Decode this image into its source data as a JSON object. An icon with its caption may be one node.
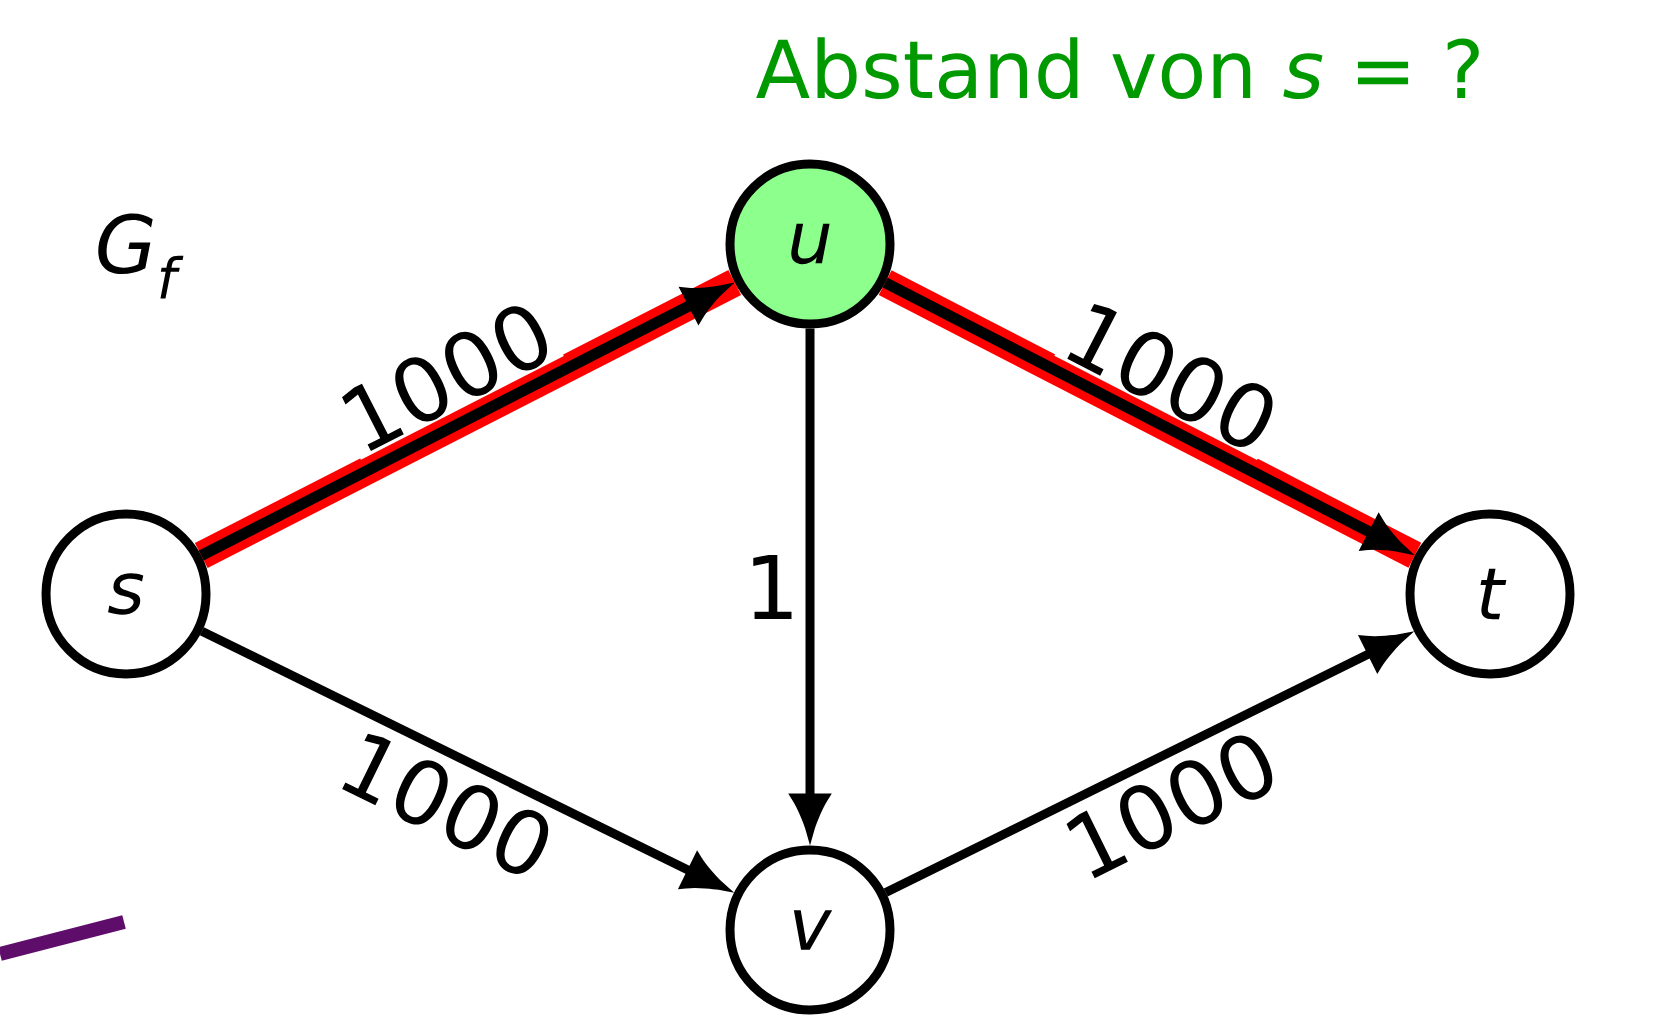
{
  "diagram": {
    "nodes": [
      {
        "text": [
          "s"
        ]
      },
      {
        "text": [
          "u"
        ],
        "beside": [
          "Abstand von *s* = ?"
        ]
      },
      {
        "text": [
          "t"
        ]
      },
      {
        "text": [
          "v"
        ]
      }
    ],
    "edges": [
      {
        "from": 0,
        "to": 1,
        "arrow": "to",
        "label": "1000",
        "style": "thick",
        "color": "#ff0000"
      },
      {
        "from": 1,
        "to": 2,
        "arrow": "to",
        "label": "1000",
        "style": "thick",
        "color": "#ff0000"
      },
      {
        "from": 1,
        "to": 3,
        "arrow": "to",
        "label": "1"
      },
      {
        "from": 0,
        "to": 3,
        "arrow": "to",
        "label": "1000"
      },
      {
        "from": 3,
        "to": 2,
        "arrow": "to",
        "label": "1000"
      }
    ],
    "labels": [
      "G$_{f}$"
    ]
  }
}
